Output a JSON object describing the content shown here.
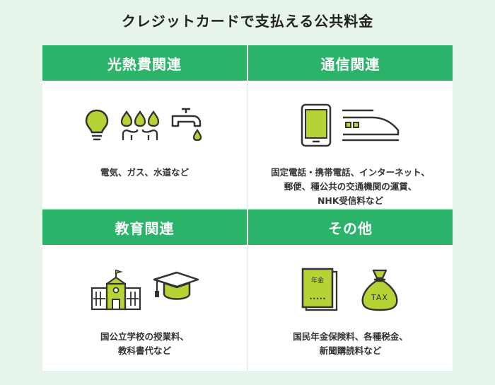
{
  "title": "クレジットカードで支払える公共料金",
  "cards": [
    {
      "heading": "光熱費関連",
      "desc": [
        "電気、ガス、水道など"
      ]
    },
    {
      "heading": "通信関連",
      "desc": [
        "固定電話・携帯電話、インターネット、",
        "郵便、種公共の交通機関の運賃、",
        "NHK受信料など"
      ]
    },
    {
      "heading": "教育関連",
      "desc": [
        "国公立学校の授業料、",
        "教科書代など"
      ]
    },
    {
      "heading": "その他",
      "desc": [
        "国民年金保険料、各種税金、",
        "新聞購読料など"
      ]
    }
  ],
  "pension_book": {
    "label": "年金",
    "dots": "•••••"
  },
  "tax_bag": {
    "label": "TAX"
  },
  "colors": {
    "green": "#2cb36a",
    "lime": "#b5d334",
    "background": "#e6f4ea"
  }
}
